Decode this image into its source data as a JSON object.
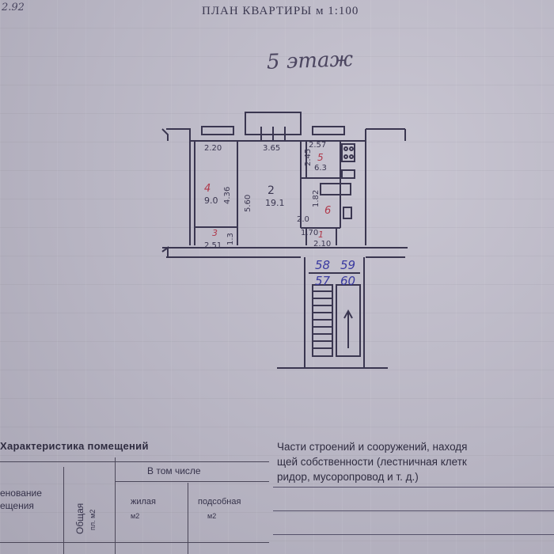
{
  "header": {
    "title": "ПЛАН КВАРТИРЫ м 1:100",
    "corner_number": "2.92"
  },
  "floor_note": "5 этаж",
  "plan": {
    "dimensions": {
      "top_left": "2.20",
      "top_center": "3.65",
      "top_right": "2.57",
      "room4_height": "4.36",
      "room2_height": "5.60",
      "room5_height": "2.45",
      "room6_height": "1.82",
      "room3_width": "2.51",
      "room3_height": "1.3",
      "corridor_width": "1.70",
      "hall_width": "2.10",
      "small": "2.0"
    },
    "rooms": [
      {
        "number": "4",
        "area": "9.0"
      },
      {
        "number": "2",
        "area": "19.1"
      },
      {
        "number": "5",
        "area": "6.3"
      },
      {
        "number": "6",
        "area": ""
      },
      {
        "number": "3",
        "area": ""
      },
      {
        "number": "1",
        "area": ""
      }
    ],
    "apartment_numbers": {
      "upper_left": "58",
      "upper_right": "59",
      "lower_left": "57",
      "lower_right": "60"
    }
  },
  "characteristics": {
    "title": "Характеристика помещений",
    "col_name_line1": "енование",
    "col_name_line2": "ещения",
    "col_total": "Общая",
    "col_total_unit": "пл. м2",
    "col_including": "В том числе",
    "col_living": "жилая",
    "col_living_unit": "м2",
    "col_aux": "подсобная",
    "col_aux_unit": "м2"
  },
  "common_parts": {
    "line1": "Части строений и сооружений, находя",
    "line2": "щей собственности (лестничная клетк",
    "line3": "ридор, мусоропровод и т. д.)"
  }
}
